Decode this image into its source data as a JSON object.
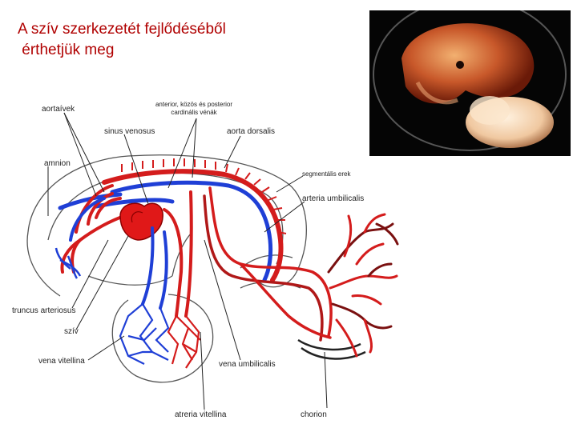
{
  "slide": {
    "title_line1": "A szív szerkezetét fejlődéséből",
    "title_line2": " érthetjük meg",
    "title_color": "#b00000"
  },
  "photo": {
    "subject": "embryo-photo"
  },
  "diagram": {
    "colors": {
      "arterial": "#d41c1c",
      "venous": "#1f3fd6",
      "outline": "#555555",
      "heart": "#e01818"
    },
    "labels": {
      "aortaivek": "aortaívek",
      "anterior_line1": "anterior, közös és posterior",
      "anterior_line2": "cardinális vénák",
      "sinus_venosus": "sinus venosus",
      "aorta_dorsalis": "aorta dorsalis",
      "amnion": "amnion",
      "segmentalis_erek": "segmentális erek",
      "arteria_umbilicalis": "arteria umbilicalis",
      "truncus_arteriosus": "truncus arteriosus",
      "sziv": "szív",
      "vena_vitellina": "vena vitellina",
      "vena_umbilicalis": "vena  umbilicalis",
      "atreria_vitellina": "atreria vitellina",
      "chorion": "chorion"
    }
  }
}
